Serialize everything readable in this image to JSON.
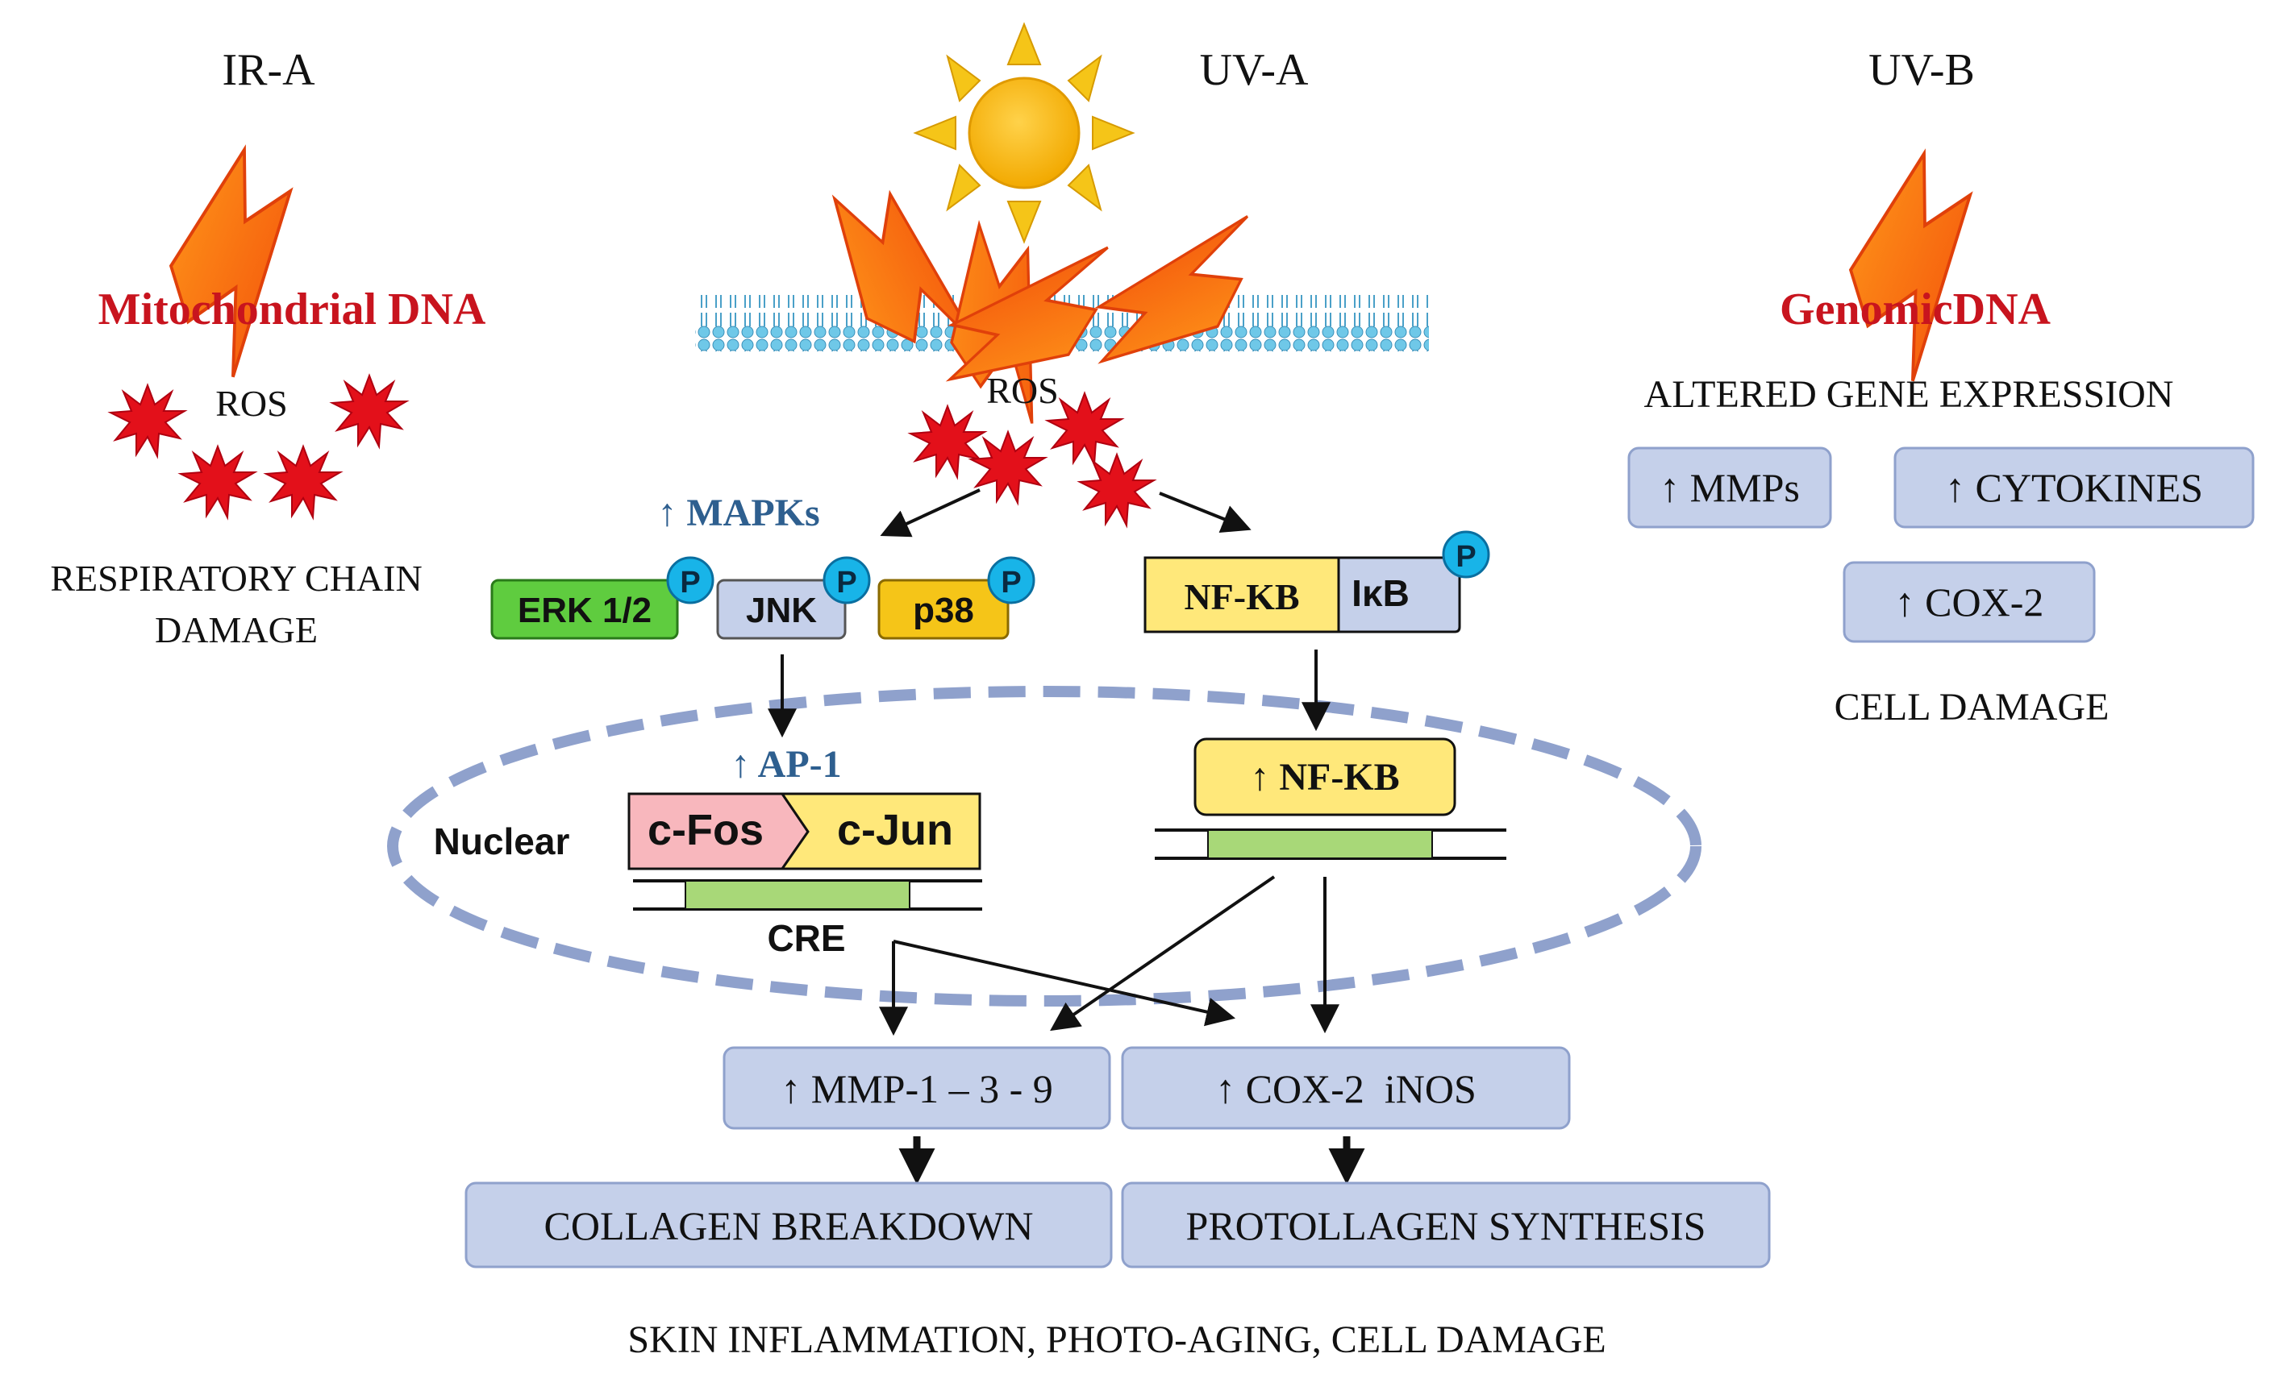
{
  "columns": {
    "ir_a": {
      "title": "IR-A",
      "target": "Mitochondrial DNA",
      "ros": "ROS",
      "damage_line1": "RESPIRATORY CHAIN",
      "damage_line2": "DAMAGE"
    },
    "uv_a": {
      "title": "UV-A",
      "ros": "ROS"
    },
    "uv_b": {
      "title": "UV-B",
      "target": "GenomicDNA",
      "altered": "ALTERED GENE EXPRESSION",
      "mmps": "↑ MMPs",
      "cytokines": "↑ CYTOKINES",
      "cox2": "↑ COX-2",
      "cell_damage": "CELL DAMAGE"
    }
  },
  "pathway": {
    "mapks": "↑ MAPKs",
    "erk": "ERK 1/2",
    "jnk": "JNK",
    "p38": "p38",
    "phospho": "P",
    "nfkb_complex": "NF-KB",
    "ikb": "IκB",
    "ap1": "↑ AP-1",
    "cfos": "c-Fos",
    "cjun": "c-Jun",
    "cre": "CRE",
    "nuclear": "Nuclear",
    "nfkb_active": "↑ NF-KB"
  },
  "outputs": {
    "mmp": "↑ MMP-1 – 3 - 9",
    "cox_inos": "↑ COX-2  iNOS",
    "collagen": "COLLAGEN BREAKDOWN",
    "protollagen": "PROTOLLAGEN SYNTHESIS",
    "summary": "SKIN INFLAMMATION, PHOTO-AGING, CELL DAMAGE"
  },
  "colors": {
    "red_text": "#c8141e",
    "blue_text": "#2e5f8f",
    "box_fill": "#c5d0ea",
    "box_stroke": "#8fa1cc",
    "green_box": "#5fcc3f",
    "yellow_box": "#f5c518",
    "light_yellow": "#ffe87a",
    "pink_box": "#f8b7bd",
    "phospho": "#18b4e8",
    "bolt": "#f85a10"
  }
}
